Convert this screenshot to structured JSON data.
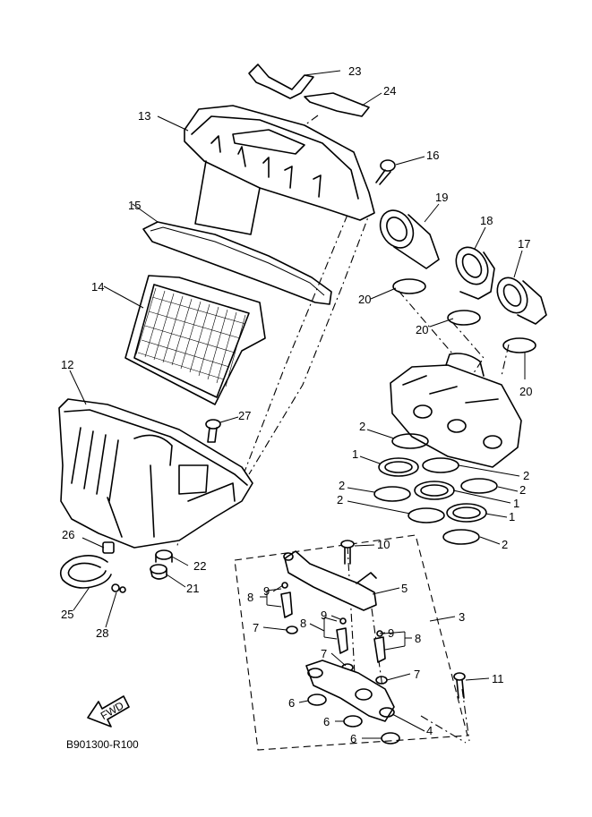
{
  "diagram_code": "B901300-R100",
  "fwd_label": "FWD",
  "callouts": {
    "c1a": "1",
    "c1b": "1",
    "c1c": "1",
    "c2a": "2",
    "c2b": "2",
    "c2c": "2",
    "c2d": "2",
    "c2e": "2",
    "c2f": "2",
    "c3": "3",
    "c4": "4",
    "c5": "5",
    "c6a": "6",
    "c6b": "6",
    "c6c": "6",
    "c7a": "7",
    "c7b": "7",
    "c7c": "7",
    "c8a": "8",
    "c8b": "8",
    "c8c": "8",
    "c9a": "9",
    "c9b": "9",
    "c9c": "9",
    "c10": "10",
    "c11": "11",
    "c12": "12",
    "c13": "13",
    "c14": "14",
    "c15": "15",
    "c16": "16",
    "c17": "17",
    "c18": "18",
    "c19": "19",
    "c20a": "20",
    "c20b": "20",
    "c20c": "20",
    "c21": "21",
    "c22": "22",
    "c23": "23",
    "c24": "24",
    "c25": "25",
    "c26": "26",
    "c27": "27",
    "c28": "28"
  }
}
